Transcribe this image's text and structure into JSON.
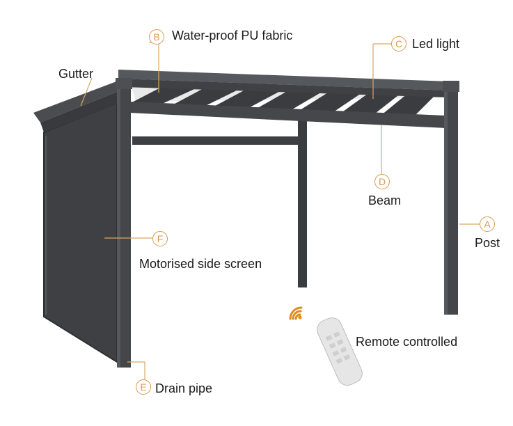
{
  "callouts": {
    "gutter": {
      "text": "Gutter"
    },
    "fabric": {
      "letter": "B",
      "text": "Water-proof PU fabric"
    },
    "led": {
      "letter": "C",
      "text": "Led light"
    },
    "beam": {
      "letter": "D",
      "text": "Beam"
    },
    "post": {
      "letter": "A",
      "text": "Post"
    },
    "screen": {
      "letter": "F",
      "text": "Motorised side screen"
    },
    "remote": {
      "text": "Remote controlled"
    },
    "drain": {
      "letter": "E",
      "text": "Drain pipe"
    }
  },
  "colors": {
    "frame": "#4a4c50",
    "frame_dark": "#2f3033",
    "fabric": "#e9e9ea",
    "screen": "#3e4044",
    "leader": "#d9a766",
    "remote_body": "#e6e6e6",
    "wifi": "#e08a1e"
  }
}
